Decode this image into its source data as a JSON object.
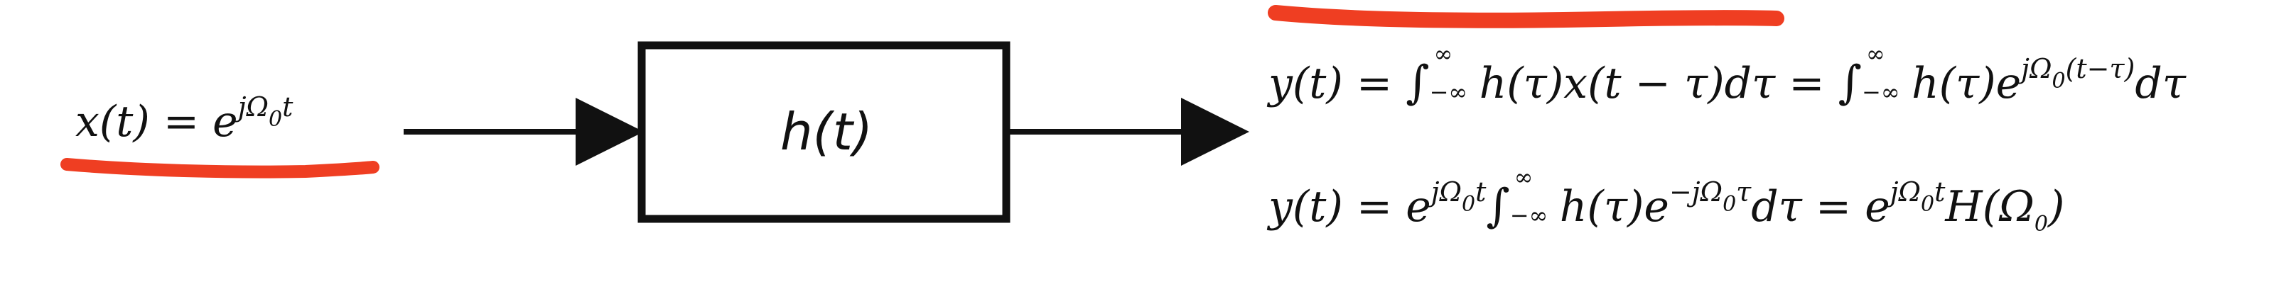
{
  "input": {
    "lhs": "x(t) = e",
    "sup": "jΩ",
    "sup_sub": "0",
    "sup_tail": "t"
  },
  "system": {
    "label": "h(t)"
  },
  "output": {
    "line1": {
      "a": "y(t) = ",
      "int_hi": "∞",
      "int_lo": "−∞",
      "b": "h(τ)x(t − τ)dτ = ",
      "c": "h(τ)e",
      "sup": "jΩ",
      "sup_sub": "0",
      "sup_tail": "(t−τ)",
      "d": "dτ"
    },
    "line2": {
      "a": "y(t) = e",
      "sup": "jΩ",
      "sup_sub": "0",
      "sup_tail": "t",
      "int_hi": "∞",
      "int_lo": "−∞",
      "b": "h(τ)e",
      "sup2": "−jΩ",
      "sup2_sub": "0",
      "sup2_tail": "τ",
      "c": "dτ = e",
      "sup3": "jΩ",
      "sup3_sub": "0",
      "sup3_tail": "t",
      "d": "H(Ω",
      "d_sub": "0",
      "d_tail": ")"
    }
  },
  "annotations": {
    "underline_color": "#ef3e22",
    "line_color": "#111111"
  }
}
